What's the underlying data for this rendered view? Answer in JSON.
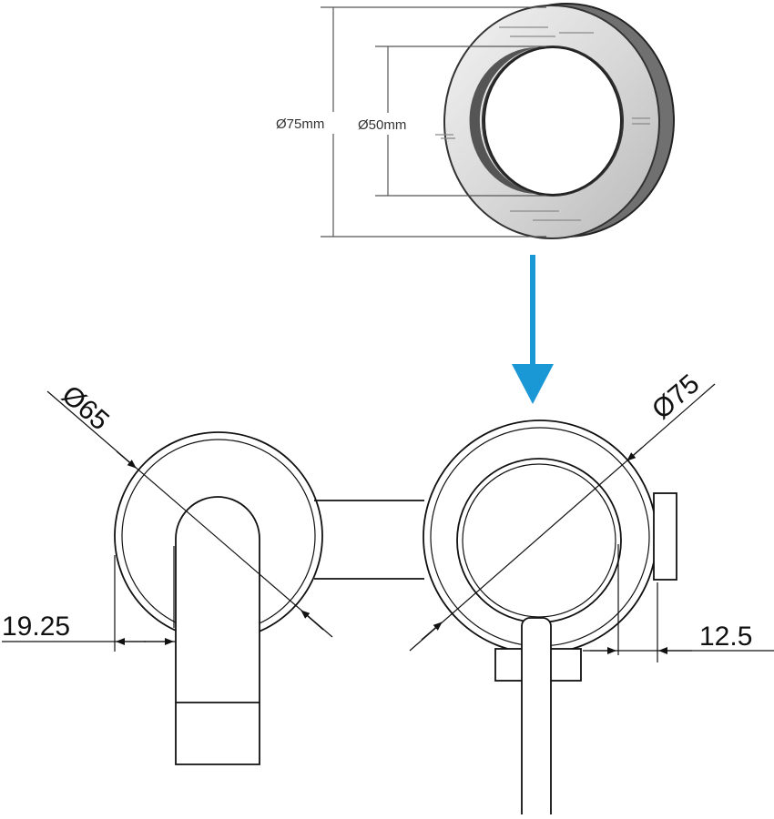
{
  "ring": {
    "outer_diameter_label": "Ø75mm",
    "inner_diameter_label": "Ø50mm"
  },
  "tap": {
    "left_rose_diameter_label": "Ø65",
    "right_rose_diameter_label": "Ø75",
    "left_offset_label": "19.25",
    "right_offset_label": "12.5"
  },
  "colors": {
    "arrow": "#1a98d5",
    "line": "#1a1a1a",
    "ring_face": "#d9d9d9",
    "ring_depth": "#6e6e6e"
  }
}
